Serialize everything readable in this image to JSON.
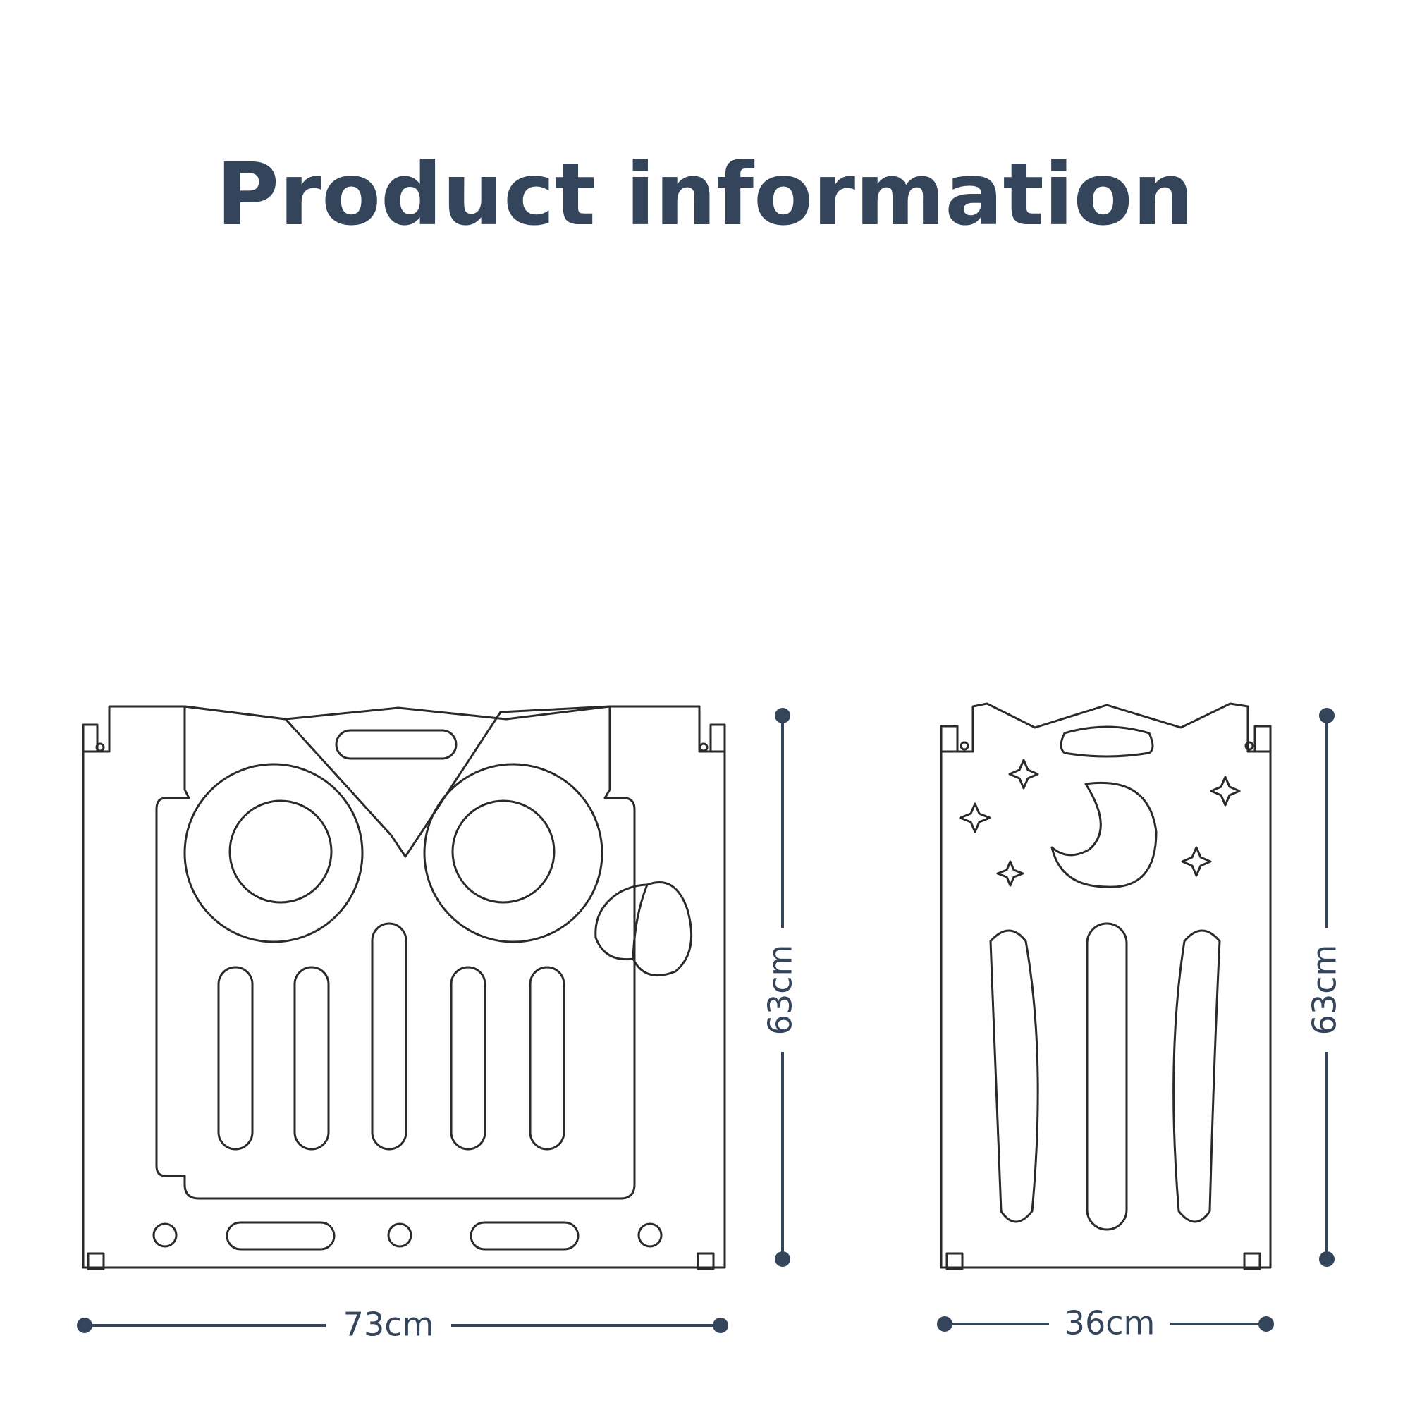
{
  "title": "Product information",
  "colors": {
    "title": "#34445a",
    "outline": "#2a2a2a",
    "dimension": "#34445a"
  },
  "panels": [
    {
      "name": "owl-panel",
      "width_label": "73cm",
      "height_label": "63cm"
    },
    {
      "name": "moon-panel",
      "width_label": "36cm",
      "height_label": "63cm"
    }
  ]
}
